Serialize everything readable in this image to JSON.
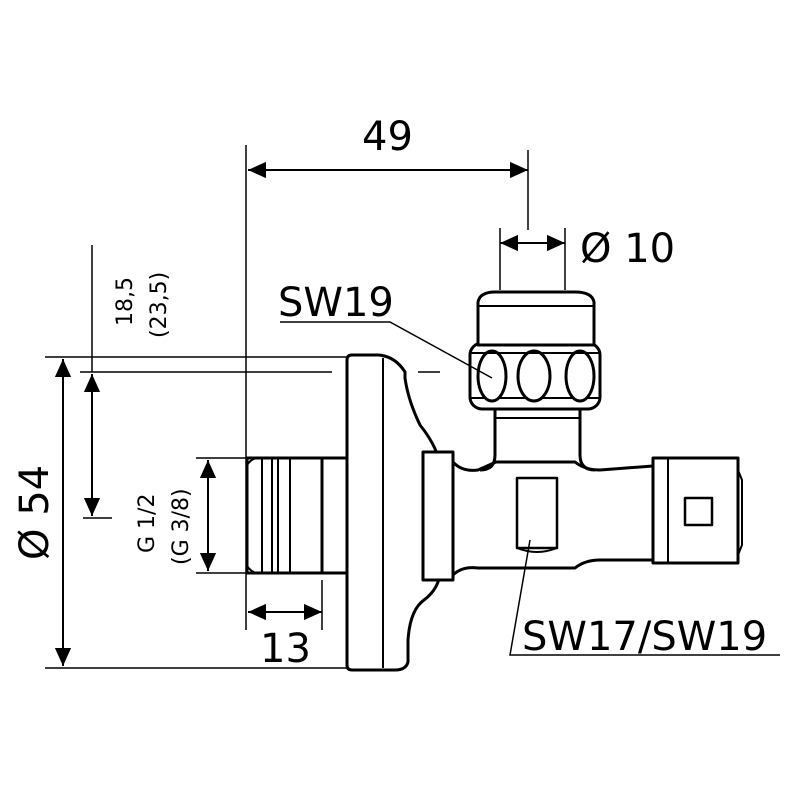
{
  "dimensions": {
    "width_49": "49",
    "diameter_10": "Ø 10",
    "diameter_54": "Ø 54",
    "depth_13": "13",
    "offset_main": "18,5",
    "offset_alt": "(23,5)",
    "thread_main": "G 1/2",
    "thread_alt": "(G 3/8)"
  },
  "labels": {
    "wrench_top": "SW19",
    "wrench_bottom": "SW17/SW19"
  }
}
